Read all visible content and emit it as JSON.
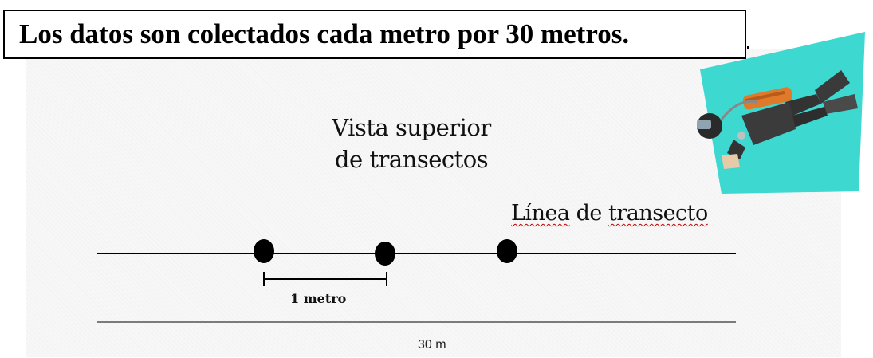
{
  "title": "Los datos son colectados cada metro por 30 metros.",
  "heading": {
    "line1": "Vista superior",
    "line2": "de transectos"
  },
  "transect_label": {
    "word1": "Línea",
    "word2": "de",
    "word3": "transecto"
  },
  "spacing_label": "1 metro",
  "total_length_label": "30 m",
  "colors": {
    "diver_background": "#3dd8d0",
    "line": "#000000"
  },
  "icons": [
    "diver-illustration",
    "sample-point-marker"
  ]
}
